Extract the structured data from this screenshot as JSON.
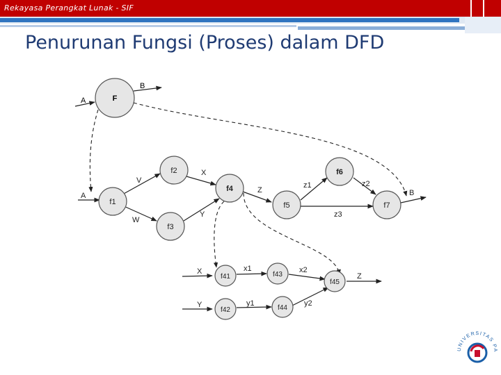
{
  "header": {
    "course_label": "Rekayasa Perangkat Lunak - SIF"
  },
  "slide": {
    "title": "Penurunan Fungsi (Proses) dalam DFD"
  },
  "diagram": {
    "context": {
      "process": "F",
      "input": "A",
      "output": "B"
    },
    "level1": {
      "processes": {
        "f1": "f1",
        "f2": "f2",
        "f3": "f3",
        "f4": "f4",
        "f5": "f5",
        "f6": "f6",
        "f7": "f7"
      },
      "flows": {
        "a": "A",
        "v": "V",
        "w": "W",
        "x": "X",
        "y": "Y",
        "z": "Z",
        "z1": "z1",
        "z2": "z2",
        "z3": "z3",
        "b": "B"
      }
    },
    "level2": {
      "processes": {
        "f41": "f41",
        "f42": "f42",
        "f43": "f43",
        "f44": "f44",
        "f45": "f45"
      },
      "flows": {
        "x": "X",
        "y": "Y",
        "x1": "x1",
        "x2": "x2",
        "y1": "y1",
        "y2": "y2",
        "z": "Z"
      }
    }
  },
  "logo": {
    "arc_text": "UNIVERSITAS PASUNDAN",
    "colors": {
      "red": "#c8102e",
      "blue": "#1a5fa8"
    }
  },
  "colors": {
    "header_red": "#c00000",
    "accent_blue": "#2f74c0",
    "title_navy": "#1f3b73",
    "node_fill": "#e6e6e6"
  }
}
